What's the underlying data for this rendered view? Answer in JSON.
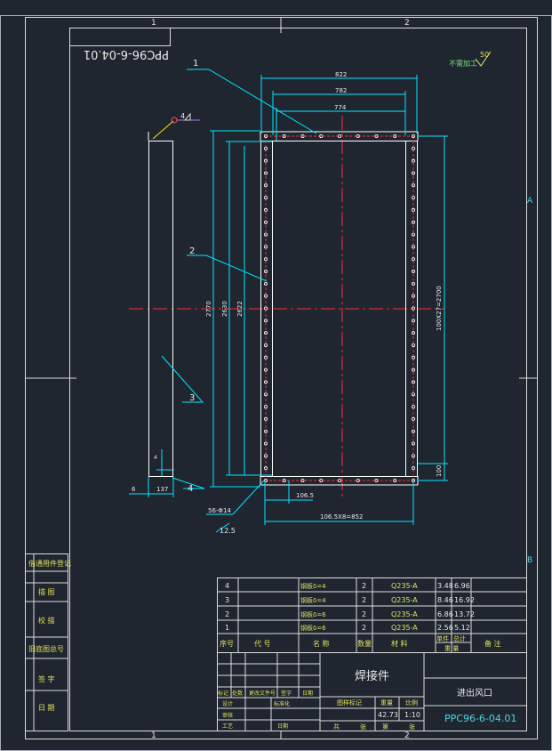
{
  "colors": {
    "background": "#1f2630",
    "frame": "#ffffff",
    "dimension": "#00e5ff",
    "center": "#ff3030",
    "text_yellow": "#e8e860",
    "text_green": "#7fe07f"
  },
  "border_zones": {
    "top_1": "1",
    "top_2": "2",
    "bottom_1": "1",
    "bottom_2": "2",
    "right_a": "A",
    "right_b": "B"
  },
  "drawing_code_mirrored": "PPC96-6-04.01",
  "roughness": {
    "note": "不需加工",
    "value": "50"
  },
  "front_view_mark": "4",
  "leaders": [
    "1",
    "2",
    "3",
    "4"
  ],
  "dimensions": {
    "w822": "822",
    "w782": "782",
    "w774": "774",
    "h2770": "2770",
    "h2630": "2630",
    "h2622": "2622",
    "right_pitch": "100X27=2700",
    "right_100": "100",
    "pitch_1065": "106.5",
    "bottom_pitch": "106.5X8=852",
    "holes": "56-Φ14",
    "hole_spacing": "12.5",
    "side_6": "6",
    "side_137": "137",
    "side_4": "4"
  },
  "bom": {
    "rows": [
      {
        "no": "4",
        "code": "",
        "name": "钢板δ=4",
        "qty": "2",
        "material": "Q235-A",
        "unit_wt": "3.48",
        "total_wt": "6.96",
        "note": ""
      },
      {
        "no": "3",
        "code": "",
        "name": "钢板δ=4",
        "qty": "2",
        "material": "Q235-A",
        "unit_wt": "8.46",
        "total_wt": "16.92",
        "note": ""
      },
      {
        "no": "2",
        "code": "",
        "name": "钢板δ=6",
        "qty": "2",
        "material": "Q235-A",
        "unit_wt": "6.86",
        "total_wt": "13.72",
        "note": ""
      },
      {
        "no": "1",
        "code": "",
        "name": "钢板δ=6",
        "qty": "2",
        "material": "Q235-A",
        "unit_wt": "2.56",
        "total_wt": "5.12",
        "note": ""
      }
    ],
    "header": {
      "no": "序号",
      "code": "代 号",
      "name": "名 称",
      "qty": "数量",
      "material": "材 料",
      "single": "单件",
      "total": "总计",
      "weight": "重 量",
      "note": "备 注"
    }
  },
  "side_column": {
    "item1": "借通用件登记",
    "item2": "描 图",
    "item3": "校 描",
    "item4": "旧底图总号",
    "item5": "签 字",
    "item6": "日 期"
  },
  "title_block": {
    "title": "焊接件",
    "product": "进出风口",
    "drawing_no": "PPC96-6-04.01",
    "stage_label": "图样标记",
    "weight_label": "重量",
    "scale_label": "比例",
    "weight": "42.73",
    "scale": "1:10",
    "sheet_label": "共",
    "sheet_label2": "张",
    "page_label": "第",
    "page_label2": "张",
    "rev_headers": [
      "标记",
      "处数",
      "更改文件号",
      "签字",
      "日期"
    ],
    "design": "设计",
    "standard": "标准化",
    "check": "审核",
    "process": "工艺",
    "date": "日期"
  }
}
